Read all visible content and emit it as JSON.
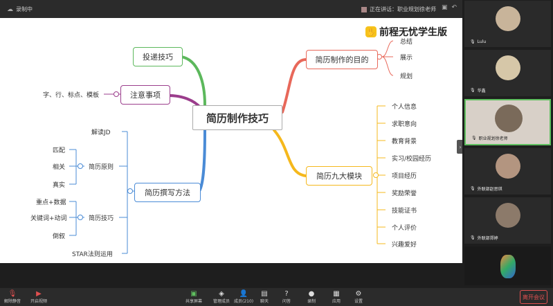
{
  "topbar": {
    "recording": "录制中",
    "speaking": "正在讲话：职业规划徐老师"
  },
  "brand": {
    "logo_char": "✋",
    "name": "前程无忧学生版"
  },
  "mindmap": {
    "center": "简历制作技巧",
    "left_nodes": {
      "deliver": "投递技巧",
      "notice": "注意事项",
      "writing": "简历撰写方法"
    },
    "notice_leaf": "字、行、标点、模板",
    "writing_children": {
      "jd": "解读JD",
      "principle": "简历原则",
      "technique": "简历技巧",
      "star": "STAR法则运用"
    },
    "principle_leaves": [
      "匹配",
      "相关",
      "真实"
    ],
    "technique_leaves": [
      "重点+数据",
      "关键词+动词",
      "倒叙"
    ],
    "right_nodes": {
      "purpose": "简历制作的目的",
      "modules": "简历九大模块"
    },
    "purpose_leaves": [
      "总结",
      "展示",
      "规划"
    ],
    "module_leaves": [
      "个人信息",
      "求职意向",
      "教育背景",
      "实习/校园经历",
      "项目经历",
      "奖励荣誉",
      "技能证书",
      "个人评价",
      "兴趣爱好"
    ]
  },
  "participants": [
    {
      "name": "Lulu",
      "color": "#c8b49a"
    },
    {
      "name": "华鑫",
      "color": "#d6c7a8"
    },
    {
      "name": "职业规划徐老师",
      "color": "#d8d0c8"
    },
    {
      "name": "外联部赵思琪",
      "color": "#b39580"
    },
    {
      "name": "外联部郑婷",
      "color": "#8c7a6a"
    },
    {
      "name": "",
      "color": "#1a1a1a"
    }
  ],
  "bottombar": {
    "mute": "解除静音",
    "video": "开启视频",
    "share": "共享屏幕",
    "members": "管理成员",
    "participants": "成员(210)",
    "chat": "聊天",
    "qa": "问答",
    "record": "录制",
    "apps": "应用",
    "settings": "设置",
    "leave": "离开会议"
  },
  "colors": {
    "green": "#5cb85c",
    "purple": "#9b3d8c",
    "blue": "#4a8bd6",
    "red": "#e8685a",
    "yellow": "#f5b81c"
  }
}
